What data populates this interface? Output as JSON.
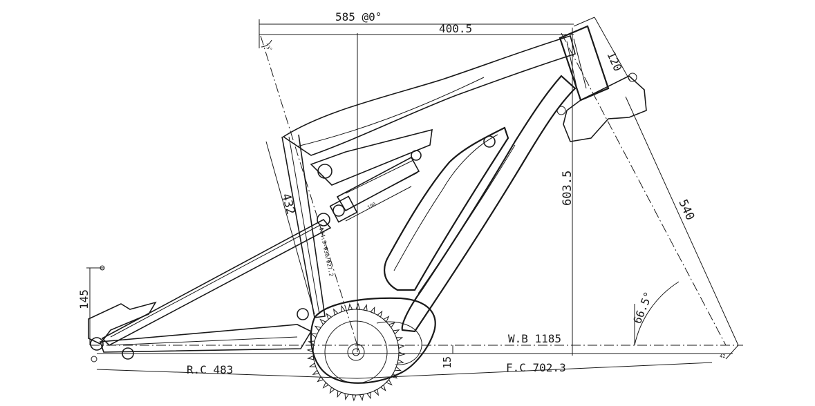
{
  "dimensions": {
    "reach_total": "585 @0°",
    "reach": "400.5",
    "head_tube": "120",
    "stack": "603.5",
    "fork_length": "540",
    "head_angle": "66.5°",
    "seat_tube": "432",
    "bb_drop_rear": "145",
    "bb_offset": "15",
    "rear_center": "R.C 483",
    "front_center": "F.C 702.3",
    "wheelbase": "W.B 1185",
    "seat_angle_small": "73°",
    "shock_size": "190",
    "seatpost_spec": "Φ34.9-Φ30/Φ27.2",
    "fork_offset": "42"
  },
  "colors": {
    "line": "#1a1a1a",
    "background": "#ffffff"
  }
}
